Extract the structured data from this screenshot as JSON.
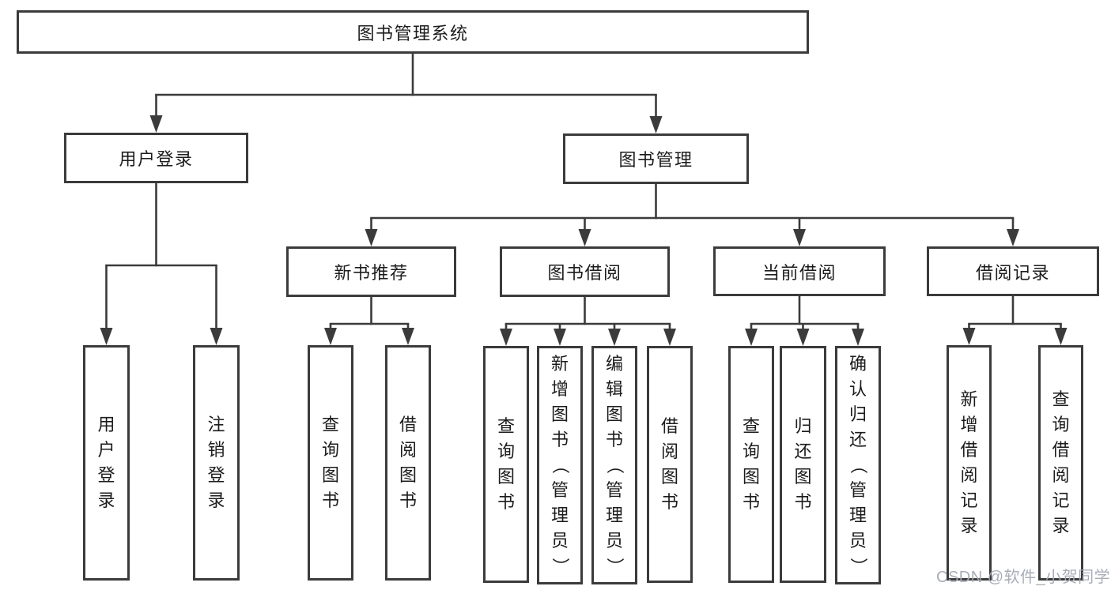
{
  "colors": {
    "line": "#3b3b3b",
    "text": "#1c1c1c",
    "background": "#ffffff",
    "watermark": "#a4a9b4"
  },
  "watermark": {
    "text": "CSDN @软件_小贺同学"
  },
  "diagram": {
    "type": "tree",
    "nodes": [
      {
        "id": "system",
        "label": "图书管理系统",
        "parent": null,
        "orientation": "h"
      },
      {
        "id": "user-login",
        "label": "用户登录",
        "parent": "system",
        "orientation": "h"
      },
      {
        "id": "book-mgmt",
        "label": "图书管理",
        "parent": "system",
        "orientation": "h"
      },
      {
        "id": "new-book-rec",
        "label": "新书推荐",
        "parent": "book-mgmt",
        "orientation": "h"
      },
      {
        "id": "book-borrow",
        "label": "图书借阅",
        "parent": "book-mgmt",
        "orientation": "h"
      },
      {
        "id": "current-borrow",
        "label": "当前借阅",
        "parent": "book-mgmt",
        "orientation": "h"
      },
      {
        "id": "borrow-records",
        "label": "借阅记录",
        "parent": "book-mgmt",
        "orientation": "h"
      },
      {
        "id": "login",
        "label": "用户登录",
        "parent": "user-login",
        "orientation": "v"
      },
      {
        "id": "logout",
        "label": "注销登录",
        "parent": "user-login",
        "orientation": "v"
      },
      {
        "id": "query-book-1",
        "label": "查询图书",
        "parent": "new-book-rec",
        "orientation": "v"
      },
      {
        "id": "borrow-book-1",
        "label": "借阅图书",
        "parent": "new-book-rec",
        "orientation": "v"
      },
      {
        "id": "query-book-2",
        "label": "查询图书",
        "parent": "book-borrow",
        "orientation": "v"
      },
      {
        "id": "add-book",
        "label": "新增图书（管理员）",
        "parent": "book-borrow",
        "orientation": "v"
      },
      {
        "id": "edit-book",
        "label": "编辑图书（管理员）",
        "parent": "book-borrow",
        "orientation": "v"
      },
      {
        "id": "borrow-book-2",
        "label": "借阅图书",
        "parent": "book-borrow",
        "orientation": "v"
      },
      {
        "id": "query-book-3",
        "label": "查询图书",
        "parent": "current-borrow",
        "orientation": "v"
      },
      {
        "id": "return-book",
        "label": "归还图书",
        "parent": "current-borrow",
        "orientation": "v"
      },
      {
        "id": "confirm-return",
        "label": "确认归还（管理员）",
        "parent": "current-borrow",
        "orientation": "v"
      },
      {
        "id": "add-borrow-record",
        "label": "新增借阅记录",
        "parent": "borrow-records",
        "orientation": "v"
      },
      {
        "id": "query-borrow-record",
        "label": "查询借阅记录",
        "parent": "borrow-records",
        "orientation": "v"
      }
    ]
  }
}
